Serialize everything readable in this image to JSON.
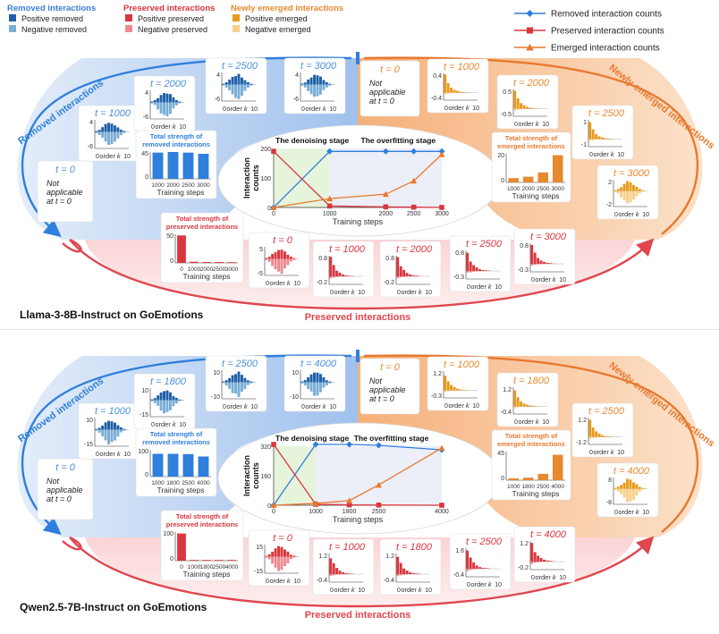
{
  "legend_left": {
    "groups": [
      {
        "title": "Removed interactions",
        "color": "#3a7fd5",
        "items": [
          {
            "label": "Positive removed",
            "color": "#1e5fa8"
          },
          {
            "label": "Negative removed",
            "color": "#7aaed6"
          }
        ]
      },
      {
        "title": "Preserved interactions",
        "color": "#d9363e",
        "items": [
          {
            "label": "Positive preserved",
            "color": "#d9363e"
          },
          {
            "label": "Negative preserved",
            "color": "#ee8a8f"
          }
        ]
      },
      {
        "title": "Newly emerged interactions",
        "color": "#e8892f",
        "items": [
          {
            "label": "Positive emerged",
            "color": "#e89a1c"
          },
          {
            "label": "Negative emerged",
            "color": "#f6d08a"
          }
        ]
      }
    ]
  },
  "legend_right": [
    {
      "label": "Removed interaction counts",
      "color": "#2f7fdc",
      "marker": "diamond"
    },
    {
      "label": "Preserved interaction counts",
      "color": "#d9363e",
      "marker": "square"
    },
    {
      "label": "Emerged interaction counts",
      "color": "#e8792f",
      "marker": "triangle"
    }
  ],
  "common": {
    "arc_removed": "Removed interactions",
    "arc_emerged": "Newly emerged interactions",
    "arc_preserved": "Preserved interactions",
    "stage_denoising": "The denoising stage",
    "stage_overfitting": "The overfitting stage",
    "ylabel_counts_1": "Interaction",
    "ylabel_counts_2": "counts",
    "xlabel_steps": "Training steps",
    "order_label": "order",
    "order_var": "k",
    "order_min": "0",
    "order_max": "10",
    "na_text": [
      "Not",
      "applicable",
      "at t = 0"
    ],
    "bar_title_removed": [
      "Total strength of",
      "removed interactions"
    ],
    "bar_title_emerged": [
      "Total strength of",
      "emerged interactions"
    ],
    "bar_title_preserved": [
      "Total strength of",
      "preserved interactions"
    ]
  },
  "panels": [
    {
      "title": "Llama-3-8B-Instruct on GoEmotions",
      "removed_steps": [
        "t = 1000",
        "t = 2000",
        "t = 2500",
        "t = 3000"
      ],
      "removed_yticks": [
        [
          "4",
          "-6"
        ],
        [
          "4",
          "-6"
        ],
        [
          "4",
          "-6"
        ],
        [
          "4",
          "-6"
        ]
      ],
      "emerged_steps": [
        "t = 1000",
        "t = 2000",
        "t = 2500",
        "t = 3000"
      ],
      "emerged_yticks": [
        [
          "0.4",
          "-0.4"
        ],
        [
          "0.5",
          "-0.5"
        ],
        [
          "1",
          "-1"
        ],
        [
          "2",
          "-2"
        ]
      ],
      "preserved_steps": [
        "t = 0",
        "t = 1000",
        "t = 2000",
        "t = 2500",
        "t = 3000"
      ],
      "preserved_yticks": [
        [
          "5",
          "-5"
        ],
        [
          "0.8",
          "-0.2"
        ],
        [
          "0.8",
          "-0.2"
        ],
        [
          "0.8",
          "-0.3"
        ],
        [
          "0.8",
          "-0.3"
        ]
      ],
      "chart_data": [
        {
          "type": "line",
          "x": [
            0,
            1000,
            2000,
            2500,
            3000
          ],
          "xticks": [
            "0",
            "1000",
            "2000",
            "2500",
            "3000"
          ],
          "ylim": [
            0,
            200
          ],
          "yticks": [
            "0",
            "100",
            "200"
          ],
          "series": [
            {
              "values": [
                0,
                190,
                190,
                190,
                190
              ]
            },
            {
              "values": [
                190,
                5,
                2,
                1,
                0
              ]
            },
            {
              "values": [
                0,
                30,
                45,
                90,
                180
              ]
            }
          ]
        },
        {
          "type": "bar",
          "categories": [
            "1000",
            "2000",
            "2500",
            "3000"
          ],
          "values": [
            44,
            45,
            44,
            42
          ],
          "yticks": [
            "0",
            "45"
          ]
        },
        {
          "type": "bar",
          "categories": [
            "1000",
            "2000",
            "2500",
            "3000"
          ],
          "values": [
            3,
            4,
            7,
            19
          ],
          "yticks": [
            "0",
            "20"
          ]
        },
        {
          "type": "bar",
          "categories": [
            "0",
            "1000",
            "2000",
            "2500",
            "3000"
          ],
          "values": [
            48,
            2,
            1.5,
            1.5,
            1.2
          ],
          "yticks": [
            "0",
            "50"
          ]
        }
      ]
    },
    {
      "title": "Qwen2.5-7B-Instruct on GoEmotions",
      "removed_steps": [
        "t = 1000",
        "t = 1800",
        "t = 2500",
        "t = 4000"
      ],
      "removed_yticks": [
        [
          "10",
          "-15"
        ],
        [
          "10",
          "-15"
        ],
        [
          "10",
          "-10"
        ],
        [
          "10",
          "-10"
        ]
      ],
      "emerged_steps": [
        "t = 1000",
        "t = 1800",
        "t = 2500",
        "t = 4000"
      ],
      "emerged_yticks": [
        [
          "1.2",
          "-0.3"
        ],
        [
          "1.2",
          "-0.4"
        ],
        [
          "1.2",
          "-1.2"
        ],
        [
          "8",
          "-8"
        ]
      ],
      "preserved_steps": [
        "t = 0",
        "t = 1000",
        "t = 1800",
        "t = 2500",
        "t = 4000"
      ],
      "preserved_yticks": [
        [
          "15",
          "-15"
        ],
        [
          "1.2",
          "-0.4"
        ],
        [
          "1.2",
          "-0.4"
        ],
        [
          "1.6",
          "-0.4"
        ],
        [
          "1.2",
          "-0.2"
        ]
      ],
      "chart_data": [
        {
          "type": "line",
          "x": [
            0,
            1000,
            1800,
            2500,
            4000
          ],
          "xticks": [
            "0",
            "1000",
            "1800",
            "2500",
            "4000"
          ],
          "ylim": [
            0,
            320
          ],
          "yticks": [
            "0",
            "160",
            "320"
          ],
          "series": [
            {
              "values": [
                0,
                330,
                330,
                325,
                300
              ]
            },
            {
              "values": [
                330,
                5,
                2,
                1,
                0
              ]
            },
            {
              "values": [
                0,
                10,
                25,
                110,
                310
              ]
            }
          ]
        },
        {
          "type": "bar",
          "categories": [
            "1000",
            "1800",
            "2500",
            "4000"
          ],
          "values": [
            85,
            85,
            84,
            75
          ],
          "yticks": [
            "0",
            "100"
          ]
        },
        {
          "type": "bar",
          "categories": [
            "1000",
            "1800",
            "2500",
            "4000"
          ],
          "values": [
            3,
            4,
            10,
            40
          ],
          "yticks": [
            "0",
            "45"
          ]
        },
        {
          "type": "bar",
          "categories": [
            "0",
            "1000",
            "1800",
            "2500",
            "4000"
          ],
          "values": [
            95,
            2,
            1,
            1,
            1
          ],
          "yticks": [
            "0",
            "100"
          ]
        }
      ]
    }
  ]
}
